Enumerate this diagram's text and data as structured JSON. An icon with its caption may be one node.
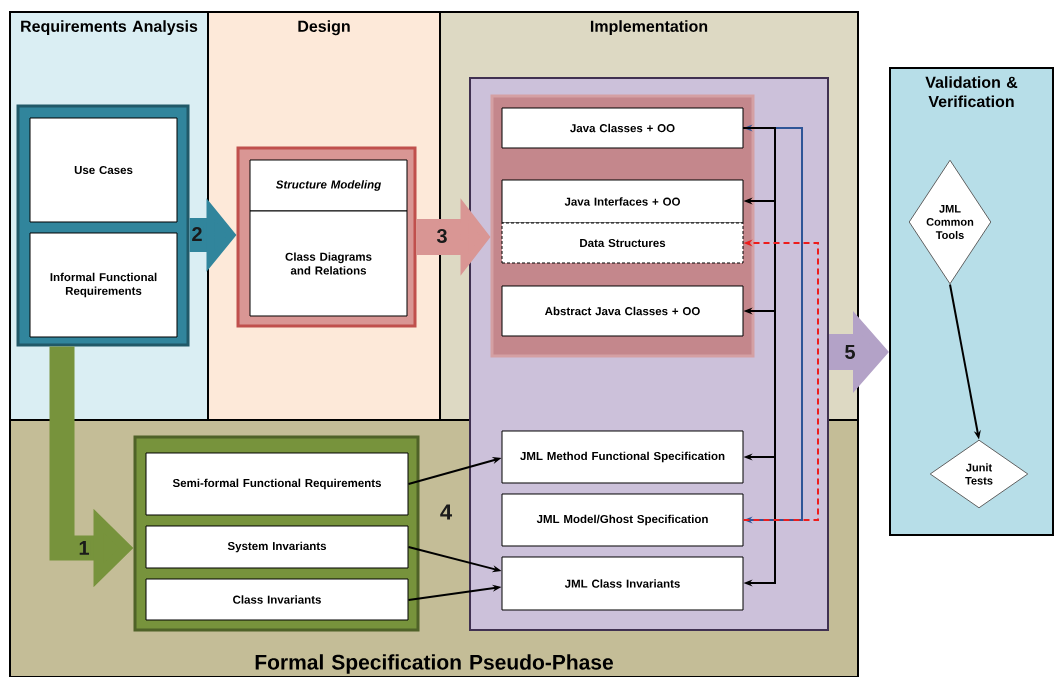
{
  "diagram": {
    "nodes": [
      {
        "text": [],
        "shape": "box"
      },
      {
        "text": [
          "Use Cases"
        ],
        "in": 0
      },
      {
        "text": [
          "Informal Functional Requirements"
        ],
        "in": 0
      },
      {
        "text": [],
        "shape": "box"
      },
      {
        "text": [
          "Structure Modeling"
        ],
        "in": 3
      },
      {
        "text": [
          "Class Diagrams and Relations"
        ],
        "in": 3
      },
      {
        "text": [],
        "shape": "box"
      },
      {
        "text": [],
        "shape": "box",
        "in": 6
      },
      {
        "text": [
          "Java Classes + OO"
        ],
        "in": 7
      },
      {
        "text": [
          "Java Interfaces + OO"
        ],
        "in": 7
      },
      {
        "text": [
          "Data Structures"
        ],
        "in": 7
      },
      {
        "text": [
          "Abstract Java Classes + OO"
        ],
        "in": 7
      },
      {
        "text": [
          "JML Method Functional Specification"
        ],
        "in": 6
      },
      {
        "text": [
          "JML Model/Ghost Specification"
        ],
        "in": 6
      },
      {
        "text": [
          "JML Class Invariants"
        ],
        "in": 6
      },
      {
        "text": [],
        "shape": "box"
      },
      {
        "text": [
          "Semi-formal Functional Requirements"
        ],
        "in": 15
      },
      {
        "text": [
          "System Invariants"
        ],
        "in": 15
      },
      {
        "text": [
          "Class Invariants"
        ],
        "in": 15
      },
      {
        "text": [
          "Validation & Verification"
        ]
      },
      {
        "text": [
          "JML Common Tools"
        ],
        "in": 19
      },
      {
        "text": [
          "Junit Tests"
        ],
        "in": 19
      }
    ],
    "edges": [
      {
        "from": 0,
        "to": 15,
        "arrow": "to",
        "label": "1",
        "style": "thick",
        "color": "#77933c"
      },
      {
        "from": 0,
        "to": 3,
        "arrow": "to",
        "label": "2",
        "style": "thick",
        "color": "#31859c"
      },
      {
        "from": 3,
        "to": 7,
        "arrow": "to",
        "label": "3",
        "style": "thick",
        "color": "#d99694"
      },
      {
        "from": 6,
        "to": 19,
        "arrow": "to",
        "label": "5",
        "style": "thick",
        "color": "#b3a2c7"
      },
      {
        "from": 8,
        "to": 13,
        "arrow": "both",
        "color": "#2e5597"
      },
      {
        "from": 8,
        "to": 9,
        "arrow": "to"
      },
      {
        "from": 8,
        "to": 11,
        "arrow": "to"
      },
      {
        "from": 8,
        "to": 12,
        "arrow": "to"
      },
      {
        "from": 8,
        "to": 14,
        "arrow": "to"
      },
      {
        "from": 13,
        "to": 10,
        "arrow": "to",
        "style": "dashed",
        "color": "#ee1c1c"
      },
      {
        "from": 16,
        "to": 12,
        "arrow": "to"
      },
      {
        "from": 17,
        "to": 14,
        "arrow": "to"
      },
      {
        "from": 18,
        "to": 14,
        "arrow": "to"
      },
      {
        "from": 20,
        "to": 21,
        "arrow": "to"
      }
    ],
    "labels": [
      "Requirements Analysis",
      "Design",
      "Implementation",
      "4",
      "Formal Specification Pseudo-Phase"
    ]
  }
}
